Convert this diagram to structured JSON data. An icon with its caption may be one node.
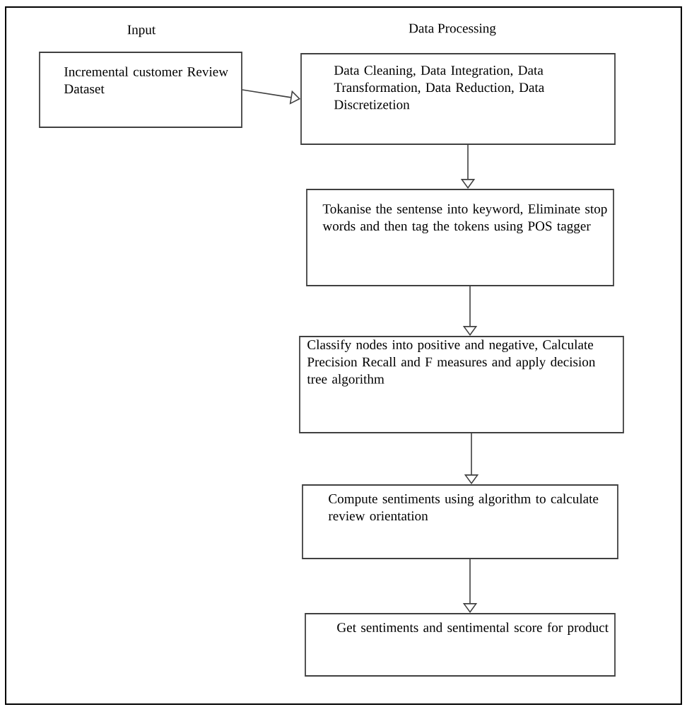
{
  "diagram": {
    "nodes": [
      {
        "text": [
          "Incremental customer Review Dataset"
        ]
      },
      {
        "text": [
          "Data Cleaning, Data Integration, Data Transformation, Data Reduction, Data Discretizetion"
        ]
      },
      {
        "text": [
          "Tokanise the sentense into keyword, Eliminate stop words and then tag the tokens using POS tagger"
        ]
      },
      {
        "text": [
          "Classify nodes into positive and negative, Calculate Precision Recall and F measures and apply decision tree algorithm"
        ]
      },
      {
        "text": [
          "Compute sentiments using algorithm to calculate review orientation"
        ]
      },
      {
        "text": [
          "Get sentiments and sentimental score for product"
        ]
      }
    ],
    "edges": [
      {
        "from": 0,
        "to": 1,
        "arrow": "to"
      },
      {
        "from": 1,
        "to": 2,
        "arrow": "to"
      },
      {
        "from": 2,
        "to": 3,
        "arrow": "to"
      },
      {
        "from": 3,
        "to": 4,
        "arrow": "to"
      },
      {
        "from": 4,
        "to": 5,
        "arrow": "to"
      }
    ],
    "labels": [
      "Input",
      "Data Processing"
    ]
  }
}
